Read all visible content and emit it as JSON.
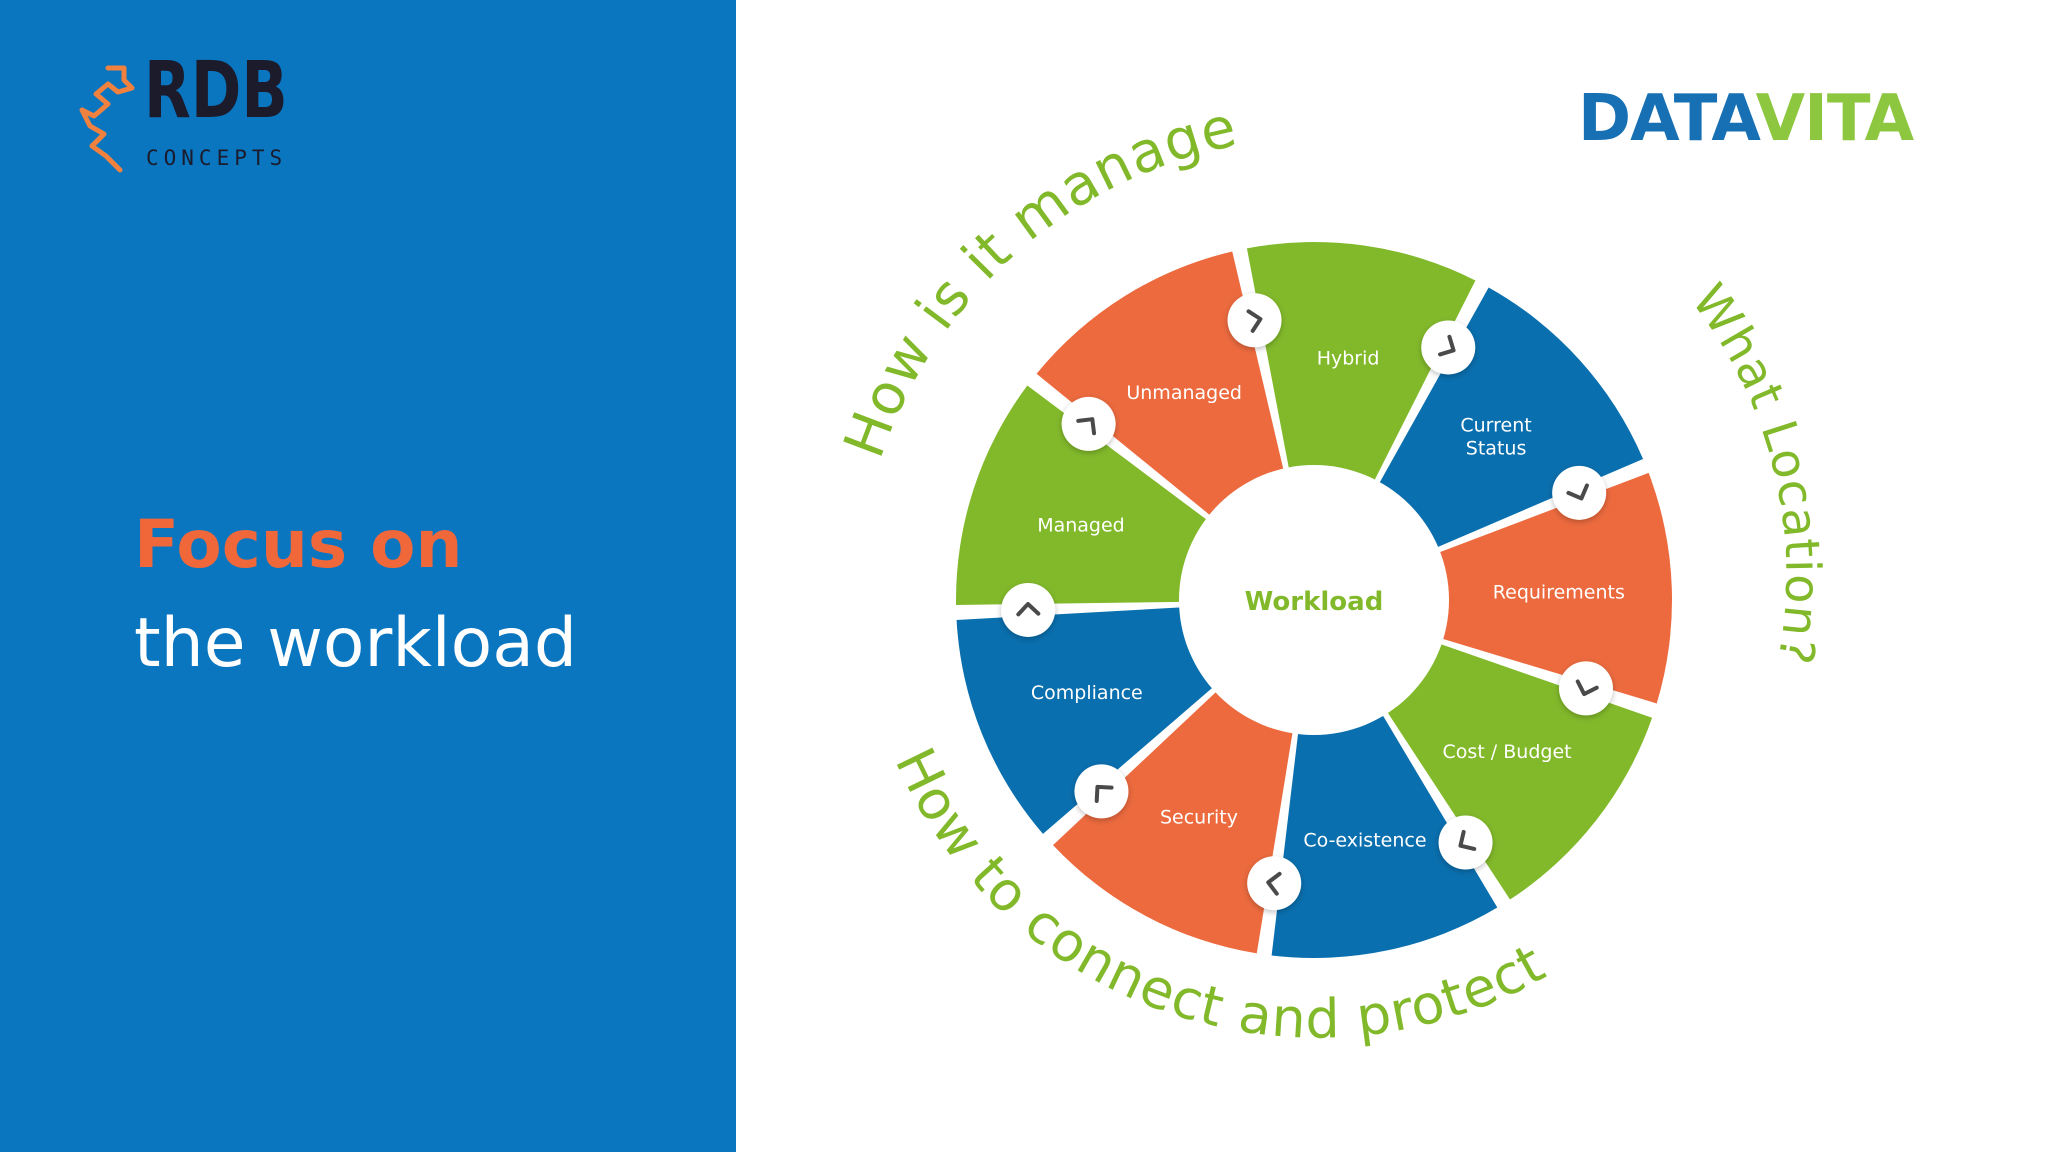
{
  "brand": {
    "rdb_name": "RDB",
    "rdb_sub": "CONCEPTS",
    "partner_name_a": "DATA",
    "partner_name_b": "VITA"
  },
  "headline": {
    "line1": "Focus on",
    "line2": "the workload"
  },
  "diagram": {
    "center_label": "Workload",
    "segments": [
      {
        "label": "Hybrid",
        "color": "#82b92b"
      },
      {
        "label": "Current Status",
        "color": "#0a6fae"
      },
      {
        "label": "Requirements",
        "color": "#ec6a3e"
      },
      {
        "label": "Cost / Budget",
        "color": "#82b92b"
      },
      {
        "label": "Co-existence",
        "color": "#0a6fae"
      },
      {
        "label": "Security",
        "color": "#ec6a3e"
      },
      {
        "label": "Compliance",
        "color": "#0a6fae"
      },
      {
        "label": "Managed",
        "color": "#82b92b"
      },
      {
        "label": "Unmanaged",
        "color": "#ec6a3e"
      }
    ],
    "arc_labels": {
      "top_left": "How is it managed",
      "right": "What Location?",
      "bottom": "How to connect and protect"
    },
    "colors": {
      "green": "#82b92b",
      "blue": "#0a6fae",
      "orange": "#ec6a3e",
      "arc_text": "#82b92b",
      "center_text": "#82b92b"
    }
  }
}
